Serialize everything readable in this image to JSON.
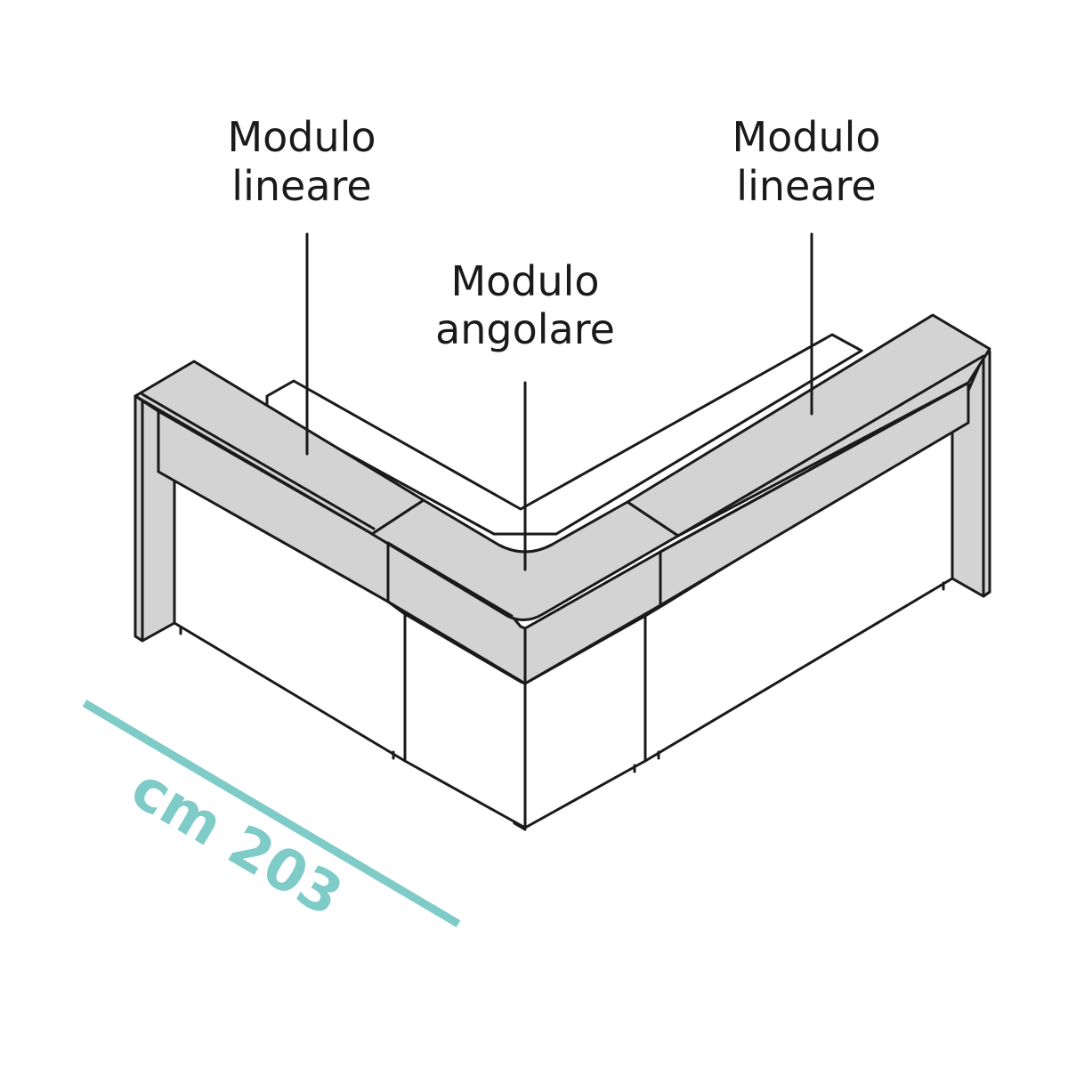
{
  "labels": {
    "left_module": {
      "line1": "Modulo",
      "line2": "lineare"
    },
    "corner_module": {
      "line1": "Modulo",
      "line2": "angolare"
    },
    "right_module": {
      "line1": "Modulo",
      "line2": "lineare"
    }
  },
  "dimension": {
    "text": "cm 203"
  },
  "colors": {
    "top_fill": "#d3d3d3",
    "outline": "#1a1a1a",
    "dimension": "#7ecbc8",
    "background": "#ffffff"
  }
}
